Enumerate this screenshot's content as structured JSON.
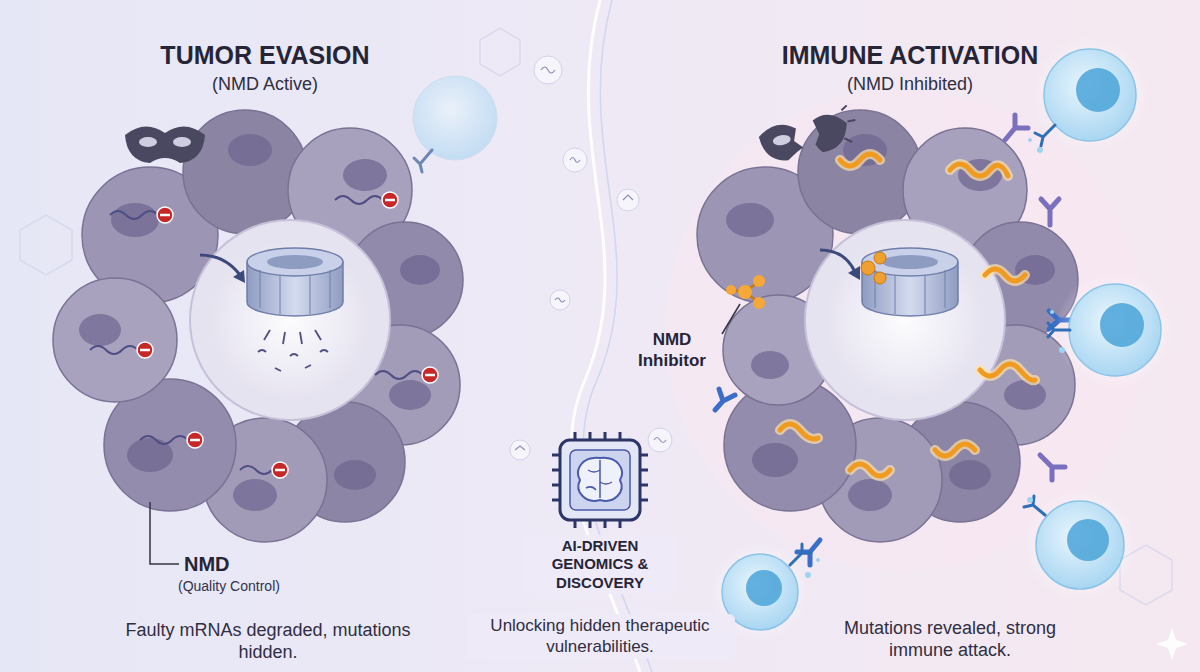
{
  "diagram": {
    "labels": [
      "TUMOR EVASION",
      "(NMD Active)",
      "NMD",
      "(Quality Control)",
      "Faulty mRNAs degraded, mutations hidden.",
      "AI-DRIVEN GENOMICS & DISCOVERY",
      "Unlocking hidden therapeutic vulnerabilities.",
      "IMMUNE ACTIVATION",
      "(NMD Inhibited)",
      "NMD Inhibitor",
      "Mutations revealed, strong immune attack."
    ]
  }
}
